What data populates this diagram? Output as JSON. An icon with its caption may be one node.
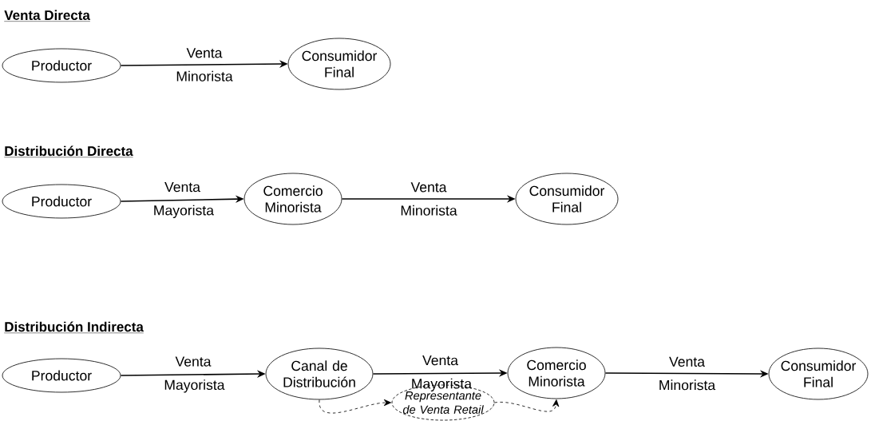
{
  "diagram": {
    "nodes": [
      {
        "text": [
          "Productor"
        ]
      },
      {
        "text": [
          "Consumidor Final"
        ]
      },
      {
        "text": [
          "Productor"
        ]
      },
      {
        "text": [
          "Comercio Minorista"
        ]
      },
      {
        "text": [
          "Consumidor Final"
        ]
      },
      {
        "text": [
          "Productor"
        ]
      },
      {
        "text": [
          "Canal de Distribución"
        ]
      },
      {
        "text": [
          "Comercio Minorista"
        ]
      },
      {
        "text": [
          "Consumidor Final"
        ]
      },
      {
        "text": [
          "Representante de Venta Retail"
        ]
      }
    ],
    "edges": [
      {
        "from": 0,
        "to": 1,
        "arrow": "to",
        "label": "Venta Minorista"
      },
      {
        "from": 2,
        "to": 3,
        "arrow": "to",
        "label": "Venta Mayorista"
      },
      {
        "from": 3,
        "to": 4,
        "arrow": "to",
        "label": "Venta Minorista"
      },
      {
        "from": 5,
        "to": 6,
        "arrow": "to",
        "label": "Venta Mayorista"
      },
      {
        "from": 6,
        "to": 7,
        "arrow": "to",
        "label": "Venta Mayorista"
      },
      {
        "from": 7,
        "to": 8,
        "arrow": "to",
        "label": "Venta Minorista"
      },
      {
        "from": 6,
        "to": 9,
        "arrow": "to",
        "style": "dashed"
      },
      {
        "from": 9,
        "to": 7,
        "arrow": "to",
        "style": "dashed"
      }
    ],
    "labels": [
      "Venta Directa",
      "Distribución Directa",
      "Distribución Indirecta"
    ]
  }
}
